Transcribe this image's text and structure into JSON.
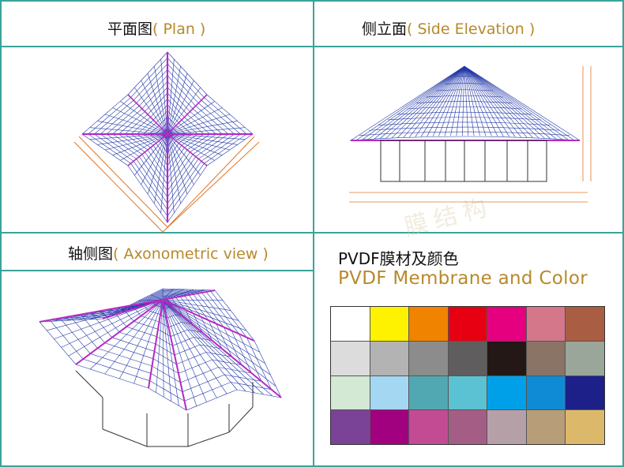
{
  "panels": {
    "plan": {
      "title": "平面图",
      "sub": "( Plan )"
    },
    "side": {
      "title": "侧立面",
      "sub": "( Side Elevation )"
    },
    "axo": {
      "title": "轴侧图",
      "sub": "( Axonometric view )"
    }
  },
  "pvdf": {
    "title": "PVDF膜材及颜色",
    "subtitle": "PVDF Membrane and Color"
  },
  "watermark": "膜结构",
  "colors": {
    "frame": "#3aa39a",
    "membrane": "#2238a8",
    "steel": "#b52ac4",
    "dimension": "#e0762a",
    "accent": "#b8892a"
  },
  "swatches": [
    "#ffffff",
    "#fff200",
    "#f08300",
    "#e60012",
    "#e4007f",
    "#d4778a",
    "#a95d42",
    "#dcdcdc",
    "#b3b3b3",
    "#8c8c8c",
    "#5f5d5e",
    "#231815",
    "#8a7466",
    "#9aa69a",
    "#d3e9d4",
    "#a3d7f2",
    "#52a8b2",
    "#5bc2d3",
    "#00a0e9",
    "#0f8ad4",
    "#1d2088",
    "#7b4397",
    "#a1007f",
    "#c24b94",
    "#a45e86",
    "#b6a0a8",
    "#b79d78",
    "#dcb96a"
  ]
}
